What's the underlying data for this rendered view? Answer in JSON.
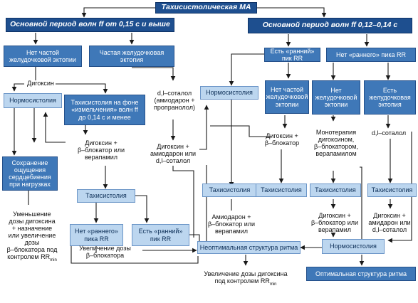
{
  "colors": {
    "dark": "#1e4f8f",
    "blue": "#3f78b8",
    "light": "#bcd6ef",
    "line": "#1a1a1a"
  },
  "title": "Тахисистолическая МА",
  "left_header": "Основной период волн ff от 0,15 с и выше",
  "right_header": "Основной период волн ff 0,12–0,14 с",
  "no_frequent_ectopy": "Нет частой\nжелудочковой эктопии",
  "frequent_ectopy": "Частая желудочковая\nэктопия",
  "digoxin": "Дигоксин",
  "normosystole_left": "Нормосистолия",
  "tachysystole_shortening": "Тахисистолия на фоне\n«измельчения» волн ff\nдо 0,14 с и менее",
  "sotalol_text": "d,l–соталол\n(амиодарон +\nпропранолол)",
  "preserved_heartbeat": "Сохранение\nощущения\nсердцебиения\nпри нагрузках",
  "digoxin_bb_verapamil": "Дигоксин +\nβ–блокатор или\nверапамил",
  "digoxin_amiodarone_sotalol": "Дигоксин +\nамиодарон или\nd,l–соталол",
  "dose_reduction_text": "Уменьшение\nдозы дигоксина\n+ назначение\nили увеличение\nдозы\nβ–блокатора под\nконтролем RR",
  "dose_reduction_sub": "min",
  "tachysystole_mid": "Тахисистолия",
  "no_early_peak_left": "Нет «раннего»\nпика RR",
  "early_peak_left": "Есть «ранний»\nпик RR",
  "increase_bb": "Увеличение дозы\nβ–блокатора",
  "early_peak_right": "Есть «ранний» пик RR",
  "no_early_peak_right": "Нет «раннего» пика RR",
  "normosystole_mid": "Нормосистолия",
  "no_frequent_ectopy_r": "Нет частой\nжелудочковой\nэктопии",
  "no_ventricular_ectopy": "Нет\nжелудочковой\nэктопии",
  "has_ventricular_ectopy": "Есть\nжелудочковая\nэктопия",
  "digoxin_bb": "Дигоксин +\nβ–блокатор",
  "monotherapy": "Монотерапия\nдигоксином,\nβ–блокатором,\nверапамилом",
  "sotalol_right": "d,l–соталол",
  "tachy_r1": "Тахисистолия",
  "tachy_r2": "Тахисистолия",
  "tachy_r3": "Тахисистолия",
  "tachy_r4": "Тахисистолия",
  "amiodarone_bb_verapamil": "Амиодарон +\nβ–блокатор или\nверапамил",
  "digoxin_bb_verapamil_r": "Дигоксин +\nβ–блокатор или\nверапамил",
  "digoxin_amio_sotalol_r": "Дигоксин +\nамидарон или\nd,l–соталол",
  "suboptimal": "Неоптимальная структура ритма",
  "normosystole_bottom": "Нормосистолия",
  "increase_digoxin_text": "Увеличение дозы дигоксина\nпод контролем RR",
  "increase_digoxin_sub": "min",
  "optimal": "Оптимальная структура ритма"
}
